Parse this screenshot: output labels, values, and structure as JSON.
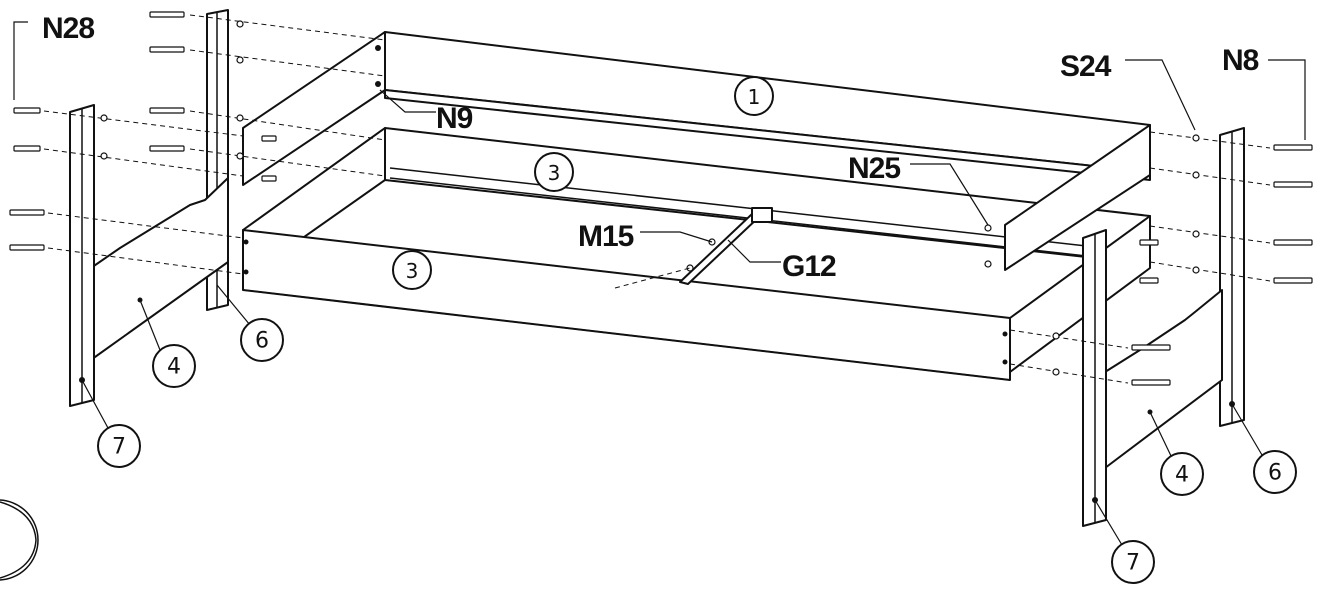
{
  "colors": {
    "ink": "#111111",
    "paper": "#ffffff"
  },
  "hardware_labels": {
    "n28": "N28",
    "n9": "N9",
    "s24": "S24",
    "n8": "N8",
    "n25": "N25",
    "m15": "M15",
    "g12": "G12"
  },
  "part_numbers": {
    "back_rail": "1",
    "inner_rail": "3",
    "front_rail": "3",
    "left_end_panel": "4",
    "left_rear_post": "6",
    "left_front_post": "7",
    "right_end_panel": "4",
    "right_rear_post": "6",
    "right_front_post": "7"
  }
}
